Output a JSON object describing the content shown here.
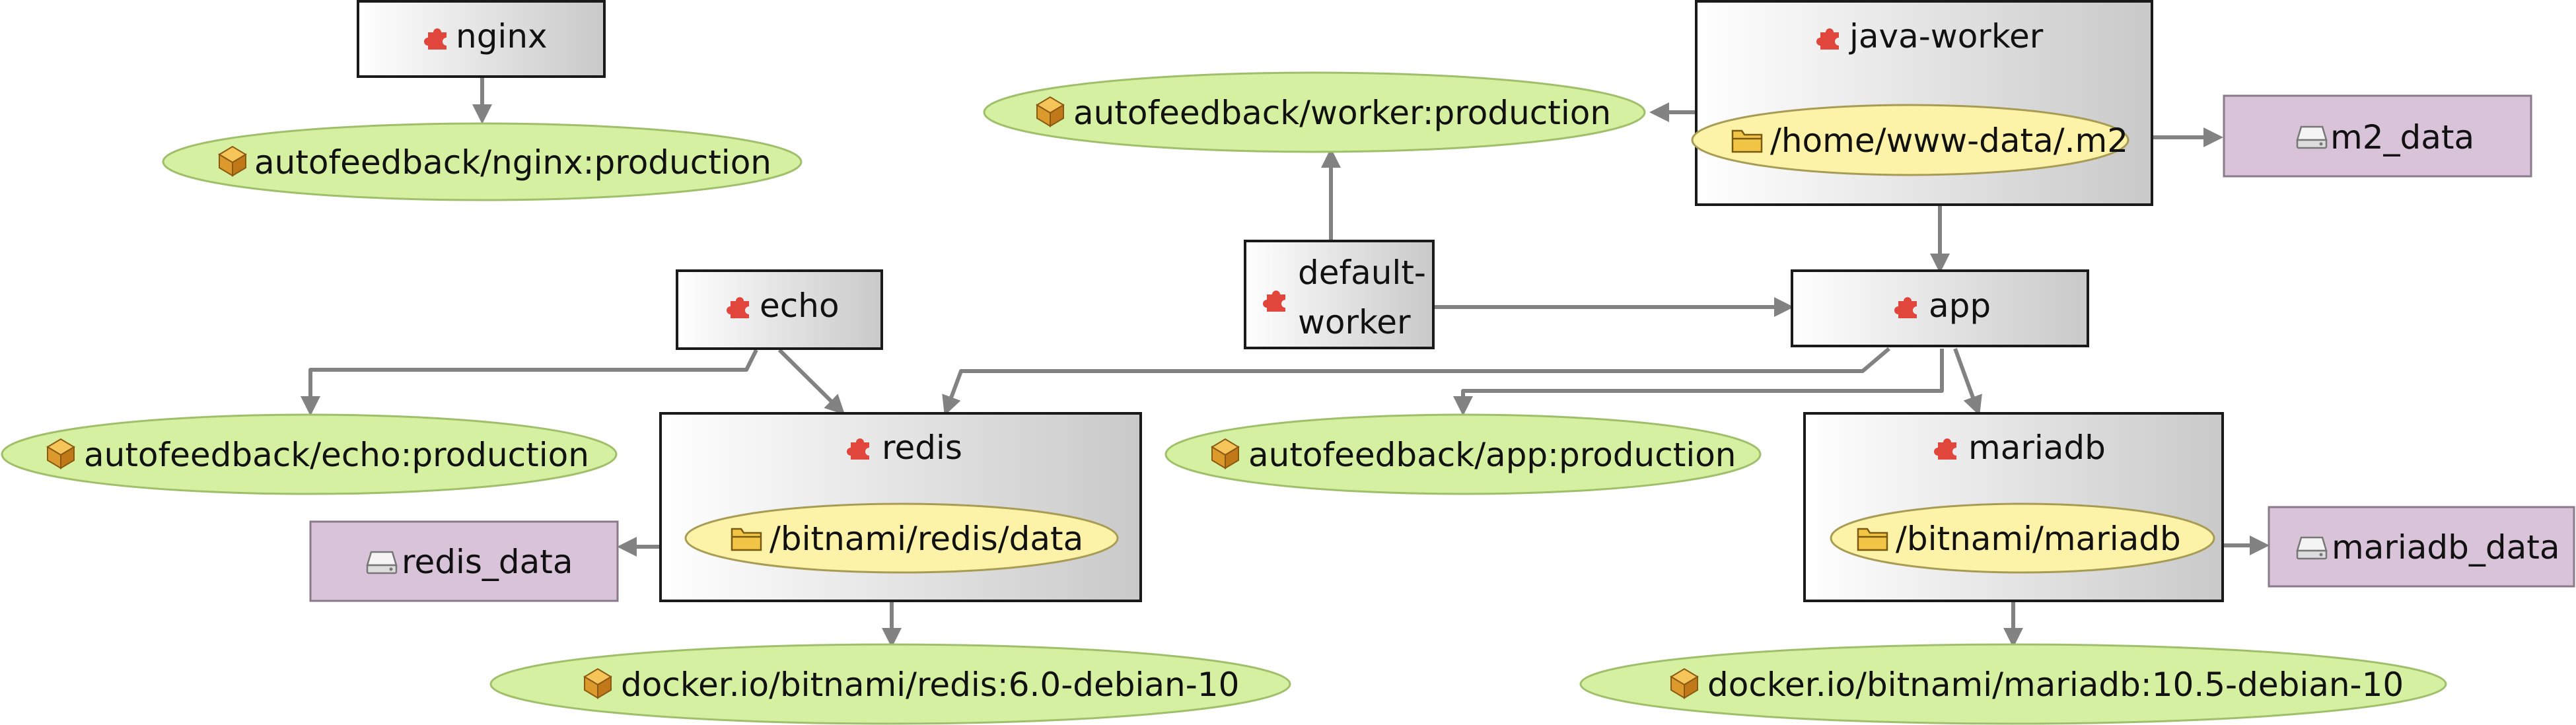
{
  "colors": {
    "service_gradient_start": "#ffffff",
    "service_gradient_end": "#c9c9c9",
    "service_border": "#1a1a1a",
    "image_fill": "#d4f0a0",
    "volume_mount_fill": "#fcf2a8",
    "named_volume_fill": "#d9c3d9",
    "edge": "#828282",
    "puzzle_icon": "#e0463c"
  },
  "icons": {
    "service": "puzzle-piece-icon",
    "image": "package-box-icon",
    "volume_mount": "folder-icon",
    "named_volume": "hard-drive-icon"
  },
  "services": {
    "nginx": "nginx",
    "java_worker": "java-worker",
    "echo": "echo",
    "default_worker_line1": "default-",
    "default_worker_line2": "worker",
    "app": "app",
    "redis": "redis",
    "mariadb": "mariadb"
  },
  "images": {
    "nginx": "autofeedback/nginx:production",
    "worker": "autofeedback/worker:production",
    "echo": "autofeedback/echo:production",
    "app": "autofeedback/app:production",
    "redis": "docker.io/bitnami/redis:6.0-debian-10",
    "mariadb": "docker.io/bitnami/mariadb:10.5-debian-10"
  },
  "mounts": {
    "java_worker": "/home/www-data/.m2",
    "redis": "/bitnami/redis/data",
    "mariadb": "/bitnami/mariadb"
  },
  "volumes": {
    "m2": "m2_data",
    "redis": "redis_data",
    "mariadb": "mariadb_data"
  }
}
